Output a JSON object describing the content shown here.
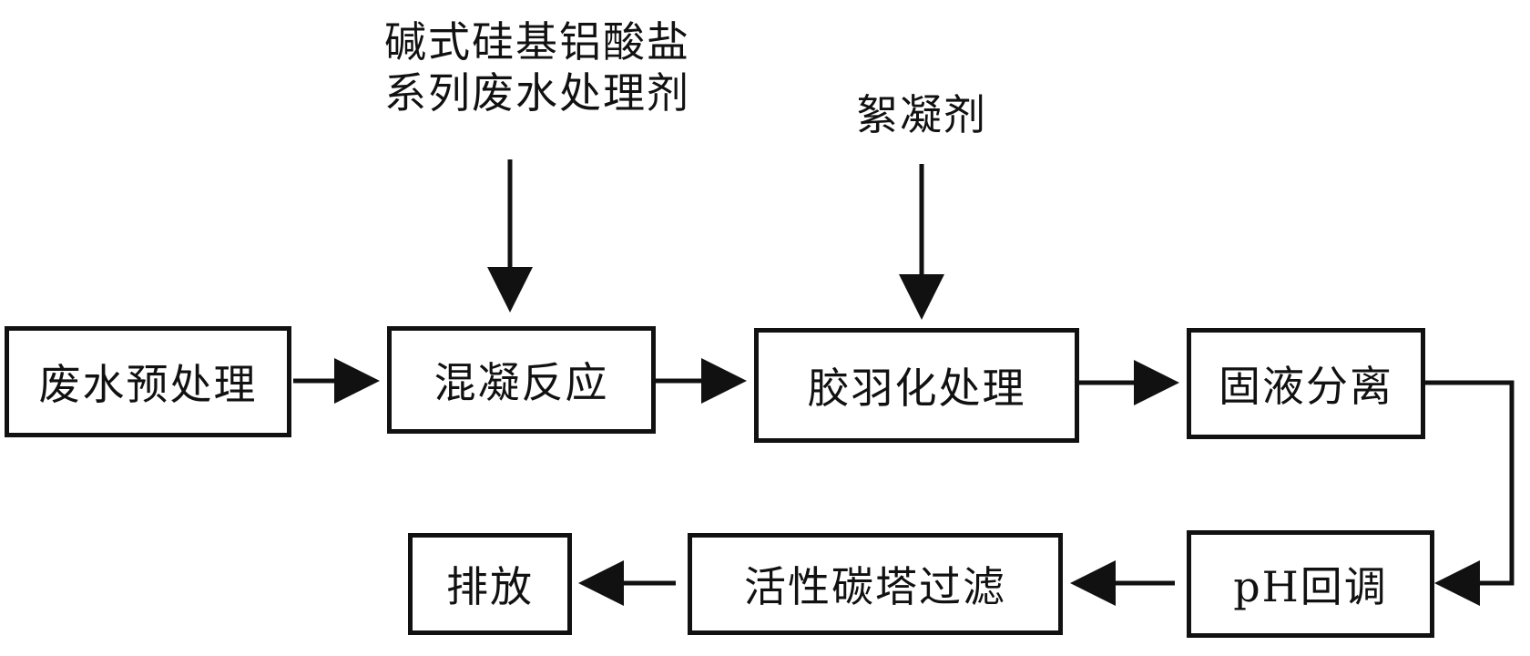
{
  "steps": {
    "pretreatment": "废水预处理",
    "coagulation": "混凝反应",
    "flocculation": "胶羽化处理",
    "separation": "固液分离",
    "ph_adjust": "pH回调",
    "carbon_filter": "活性碳塔过滤",
    "discharge": "排放"
  },
  "inputs": {
    "agent_line1": "碱式硅基铝酸盐",
    "agent_line2": "系列废水处理剂",
    "flocculant": "絮凝剂"
  }
}
